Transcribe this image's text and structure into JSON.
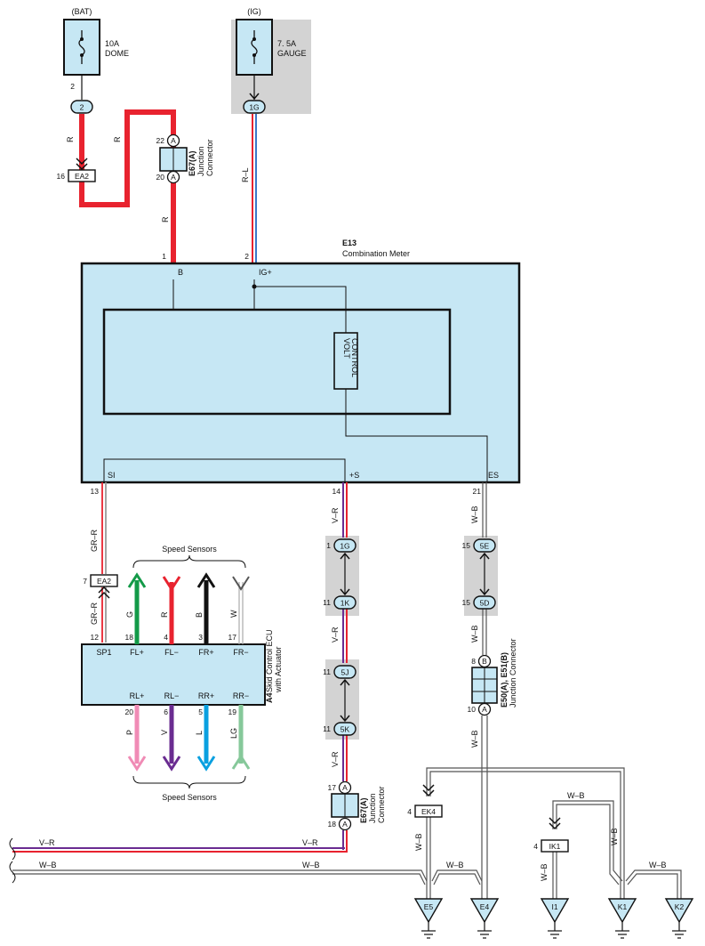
{
  "power": {
    "bat": "(BAT)",
    "ig": "(IG)",
    "dome_fuse": {
      "amp": "10A",
      "name": "DOME"
    },
    "gauge_fuse": {
      "amp": "7. 5A",
      "name": "GAUGE"
    }
  },
  "meter": {
    "id": "E13",
    "name": "Combination Meter",
    "terminals": {
      "b": "B",
      "ig": "IG+",
      "si": "SI",
      "s": "+S",
      "es": "ES"
    },
    "volt_control": [
      "VOLT",
      "CONTROL"
    ]
  },
  "ecu": {
    "id": "A4",
    "name": [
      "Skid Control ECU",
      "with Actuator"
    ],
    "terminals_top": [
      "SP1",
      "FL+",
      "FL−",
      "FR+",
      "FR−"
    ],
    "terminals_bottom": [
      "RL+",
      "RL−",
      "RR+",
      "RR−"
    ]
  },
  "junctions": {
    "e67_top": {
      "id": "E67(A)",
      "desc": [
        "Junction",
        "Connector"
      ]
    },
    "e67_bottom": {
      "id": "E67(A)",
      "desc": [
        "Junction",
        "Connector"
      ]
    },
    "e50": {
      "id": "E50(A), E51(B)",
      "desc": "Junction Connector"
    }
  },
  "speed_sensors_top": "Speed Sensors",
  "speed_sensors_bottom": "Speed Sensors",
  "connectors": {
    "c2": "2",
    "jA": "A",
    "jB": "B",
    "ea2": "EA2",
    "1g": "1G",
    "1k": "1K",
    "5j": "5J",
    "5k": "5K",
    "5e": "5E",
    "5d": "5D",
    "ek4": "EK4",
    "ik1": "IK1"
  },
  "pins": {
    "p2": "2",
    "p16": "16",
    "p22": "22",
    "p20": "20",
    "p4": "4",
    "p1": "1",
    "p2b": "2",
    "p13": "13",
    "p14": "14",
    "p21": "21",
    "p7": "7",
    "p12": "12",
    "p18": "18",
    "p4b": "4",
    "p3": "3",
    "p17": "17",
    "p20b": "20",
    "p6": "6",
    "p5": "5",
    "p19": "19",
    "p1g": "1",
    "p11a": "11",
    "p11b": "11",
    "p11c": "11",
    "p15a": "15",
    "p15b": "15",
    "p8": "8",
    "p10": "10",
    "p17b": "17",
    "p18b": "18",
    "p4c": "4",
    "p4d": "4"
  },
  "wires": {
    "r1": "R",
    "r2": "R",
    "r3": "R",
    "rl": "R–L",
    "grr1": "GR–R",
    "grr2": "GR–R",
    "vr1": "V–R",
    "vr2": "V–R",
    "vr3": "V–R",
    "vr4": "V–R",
    "vr5": "V–R",
    "wb1": "W–B",
    "wb2": "W–B",
    "wb3": "W–B",
    "wb4": "W–B",
    "wb5": "W–B",
    "wb6": "W–B",
    "wb7": "W–B",
    "wb8": "W–B",
    "wb9": "W–B",
    "wb10": "W–B",
    "g": "G",
    "r4": "R",
    "b": "B",
    "w": "W",
    "p": "P",
    "v": "V",
    "l": "L",
    "lg": "LG"
  },
  "grounds": [
    "E5",
    "E4",
    "I1",
    "K1",
    "K2"
  ],
  "colors": {
    "r": "#e8232f",
    "l": "#3a78c8",
    "v": "#6a2c91",
    "g": "#139a48",
    "b": "#111111",
    "p": "#f08bb5",
    "lb": "#0aa0e0",
    "lg": "#86c89a",
    "wb": "#555555",
    "panel": "#c6e7f4",
    "fusebox": "#c6e7f4",
    "shade": "#d0d0d0"
  }
}
